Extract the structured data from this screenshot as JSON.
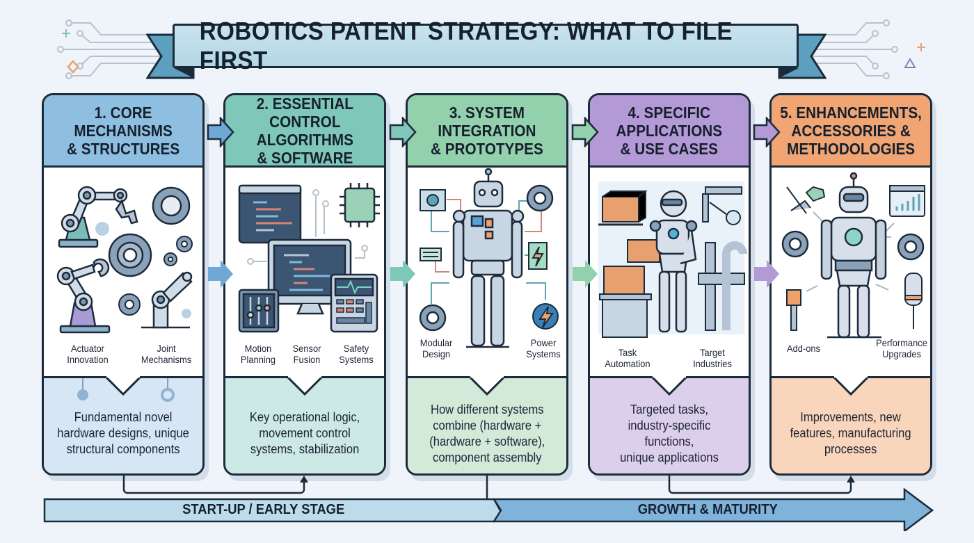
{
  "title": "ROBOTICS PATENT STRATEGY: WHAT TO FILE FIRST",
  "columns": [
    {
      "title": "1. CORE\nMECHANISMS\n& STRUCTURES",
      "header_color": "#8fbfe0",
      "footer_color": "#d6e6f4",
      "captions": [
        "Actuator\nInnovation",
        "Joint\nMechanisms"
      ],
      "description": "Fundamental novel\nhardware designs, unique\nstructural components"
    },
    {
      "title": "2. ESSENTIAL\nCONTROL\nALGORITHMS\n& SOFTWARE",
      "header_color": "#7fc7b9",
      "footer_color": "#cde9e6",
      "captions": [
        "Motion\nPlanning",
        "Sensor\nFusion",
        "Safety\nSystems"
      ],
      "description": "Key operational logic,\nmovement control\nsystems, stabilization"
    },
    {
      "title": "3. SYSTEM\nINTEGRATION\n& PROTOTYPES",
      "header_color": "#93d1ad",
      "footer_color": "#d3ead9",
      "captions": [
        "Modular\nDesign",
        "Power\nSystems"
      ],
      "description": "How different systems\ncombine (hardware +\n(hardware + software),\ncomponent assembly"
    },
    {
      "title": "4. SPECIFIC\nAPPLICATIONS\n& USE CASES",
      "header_color": "#b39ad6",
      "footer_color": "#dccfeb",
      "captions": [
        "Task\nAutomation",
        "Target\nIndustries"
      ],
      "description": "Targeted tasks,\nindustry-specific functions,\nunique applications"
    },
    {
      "title": "5. ENHANCEMENTS,\nACCESSORIES &\nMETHODOLOGIES",
      "header_color": "#f0a573",
      "footer_color": "#f9d6bb",
      "captions": [
        "Add-ons",
        "Performance\nUpgrades"
      ],
      "description": "Improvements, new\nfeatures, manufacturing\nprocesses"
    }
  ],
  "timeline": {
    "early_label": "START-UP / EARLY STAGE",
    "growth_label": "GROWTH & MATURITY"
  },
  "colors": {
    "background": "#eef4fa",
    "banner": "#bddcea",
    "outline": "#1c2b3c",
    "early_stage": "#bcdceb",
    "growth_stage": "#7fb3da"
  }
}
